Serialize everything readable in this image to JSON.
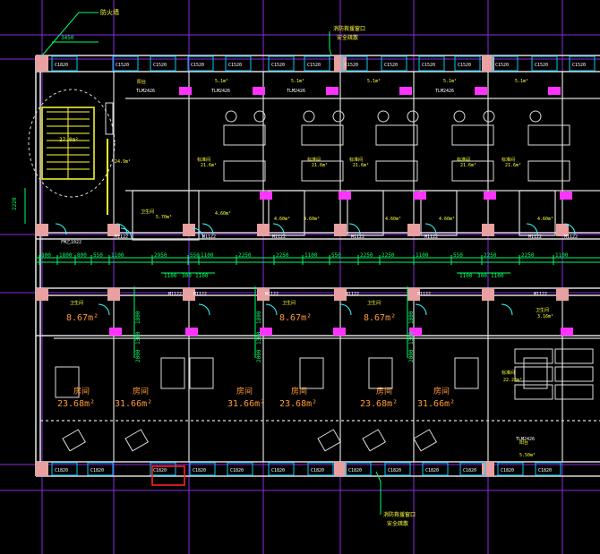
{
  "annotations": {
    "top_left": "防火墙",
    "top_mid_1": "消防救援窗口",
    "top_mid_2": "安全疏散",
    "bottom_mid_1": "消防救援窗口",
    "bottom_mid_2": "安全疏散"
  },
  "dims": {
    "stair_width": "3450",
    "left_vertical": "2220",
    "top_pair": [
      "1100",
      "300",
      "1100"
    ],
    "mid_right_pair": [
      "1100",
      "300",
      "1100"
    ],
    "vertical_stack_1": [
      "1800",
      "1300",
      "2000"
    ],
    "vertical_stack_2": [
      "1800",
      "1300",
      "2000"
    ],
    "vertical_stack_3": [
      "1800",
      "1300",
      "2000"
    ],
    "corridor_row": [
      "800",
      "1800",
      "800",
      "550",
      "1100",
      "2950",
      "550",
      "1100",
      "2250",
      "2250",
      "1100",
      "550",
      "2250",
      "2250",
      "1100",
      "550",
      "2250",
      "2250",
      "1100"
    ]
  },
  "window_tags": {
    "top": [
      "C1820",
      "C1520",
      "C1520",
      "C1520",
      "C1520",
      "C1520",
      "C1520",
      "C1520",
      "C1520",
      "C1520",
      "C1520",
      "C1520",
      "C1520",
      "C1520"
    ],
    "bottom": [
      "C1820",
      "C1820",
      "C1820",
      "C1820",
      "C1820",
      "C1820",
      "C1820",
      "C1820",
      "C1820",
      "C1820",
      "C1820",
      "C1820",
      "C1820"
    ]
  },
  "door_tags": {
    "upper": [
      "TLM2426",
      "TLM2426",
      "TLM2426",
      "TLM2426"
    ],
    "mid": [
      "M1122",
      "M1122",
      "M1122",
      "M1122",
      "M1122",
      "M1122",
      "M1122",
      "M1122",
      "FM乙1022"
    ],
    "lower": [
      "M1122",
      "M1122",
      "M1122",
      "M1122",
      "M1122",
      "TLM2426"
    ]
  },
  "rooms": {
    "top": [
      {
        "name": "卫生间",
        "area": "4.50m²"
      },
      {
        "name": "标准间",
        "area": "24.9m²"
      },
      {
        "name": "标准间",
        "area": "21.6m²"
      },
      {
        "name": "标准间",
        "area": "21.6m²"
      },
      {
        "name": "标准间",
        "area": "21.6m²"
      },
      {
        "name": "卫生间",
        "area": "5.70m²"
      },
      {
        "name": "卫生间",
        "area": "4.60m²"
      },
      {
        "name": "卫生间",
        "area": "4.60m²"
      },
      {
        "name": "卫生间",
        "area": "4.60m²"
      },
      {
        "name": "卫生间",
        "area": "4.60m²"
      },
      {
        "name": "卫生间",
        "area": "4.60m²"
      },
      {
        "name": "阳台",
        "area": "5.1m²"
      },
      {
        "name": "阳台",
        "area": "5.1m²"
      },
      {
        "name": "阳台",
        "area": "5.1m²"
      },
      {
        "name": "阳台",
        "area": "5.1m²"
      }
    ],
    "bathrooms_bottom": [
      {
        "name": "卫生间",
        "area": "8.67m²"
      },
      {
        "name": "卫生间",
        "area": "8.67m²"
      },
      {
        "name": "卫生间",
        "area": "8.67m²"
      },
      {
        "name": "卫生间",
        "area": "3.16m²"
      }
    ],
    "suites_bottom": [
      {
        "name": "房间",
        "area": "23.68m²"
      },
      {
        "name": "房间",
        "area": "31.66m²"
      },
      {
        "name": "房间",
        "area": "31.66m²"
      },
      {
        "name": "房间",
        "area": "23.68m²"
      },
      {
        "name": "房间",
        "area": "23.68m²"
      },
      {
        "name": "房间",
        "area": "31.66m²"
      },
      {
        "name": "标准间",
        "area": "22.23m²"
      },
      {
        "name": "阳台",
        "area": "5.50m²"
      }
    ],
    "stair_area": "27.0m²"
  },
  "colors": {
    "background": "#000000",
    "wall": "#dcdcdc",
    "axis": "#8a2be2",
    "dimension": "#00ff66",
    "text_yellow": "#ffff33",
    "text_orange": "#ff9933",
    "window": "#00ccff",
    "column": "#e8a0a0",
    "highlight": "#ff2020",
    "magenta": "#ff33ff",
    "cyan": "#33ffff"
  }
}
